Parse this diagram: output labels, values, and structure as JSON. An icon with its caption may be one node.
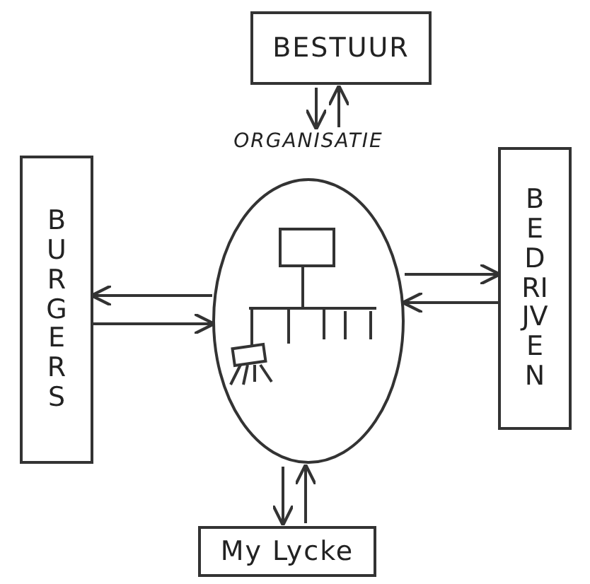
{
  "diagram": {
    "nodes": [
      {
        "text": [
          "BESTUUR"
        ]
      },
      {
        "text": [
          "ORGANISATIE"
        ]
      },
      {
        "text": [
          "BURGERS"
        ]
      },
      {
        "text": [
          "BEDRIJVEN"
        ]
      },
      {
        "text": [
          "My Lycke"
        ]
      }
    ],
    "edges": [
      {
        "from": 0,
        "to": 1,
        "arrow": "to"
      },
      {
        "from": 1,
        "to": 0,
        "arrow": "to"
      },
      {
        "from": 1,
        "to": 2,
        "arrow": "to"
      },
      {
        "from": 2,
        "to": 1,
        "arrow": "to"
      },
      {
        "from": 1,
        "to": 3,
        "arrow": "to"
      },
      {
        "from": 3,
        "to": 1,
        "arrow": "to"
      },
      {
        "from": 1,
        "to": 4,
        "arrow": "to"
      },
      {
        "from": 4,
        "to": 1,
        "arrow": "to"
      }
    ]
  }
}
